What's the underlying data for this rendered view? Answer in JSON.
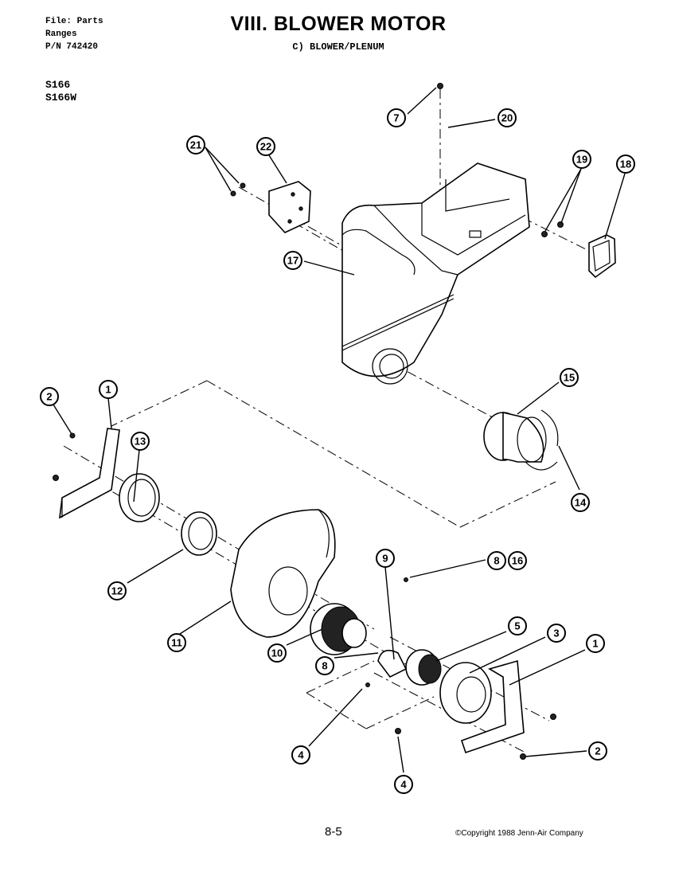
{
  "header": {
    "file_line": "File: Parts",
    "category_line": "Ranges",
    "pn_line": "P/N 742420",
    "models": [
      "S166",
      "S166W"
    ],
    "title": "VIII. BLOWER MOTOR",
    "subtitle": "C) BLOWER/PLENUM"
  },
  "footer": {
    "page": "8-5",
    "copyright": "©Copyright 1988 Jenn-Air Company"
  },
  "callouts": {
    "c7": "7",
    "c20": "20",
    "c21": "21",
    "c22": "22",
    "c19": "19",
    "c18": "18",
    "c17": "17",
    "c15": "15",
    "c14": "14",
    "c2a": "2",
    "c1a": "1",
    "c13": "13",
    "c12": "12",
    "c11": "11",
    "c10": "10",
    "c9": "9",
    "c8_16": "8",
    "c16": "16",
    "c8b": "8",
    "c5": "5",
    "c3": "3",
    "c1b": "1",
    "c4a": "4",
    "c4b": "4",
    "c2b": "2"
  }
}
